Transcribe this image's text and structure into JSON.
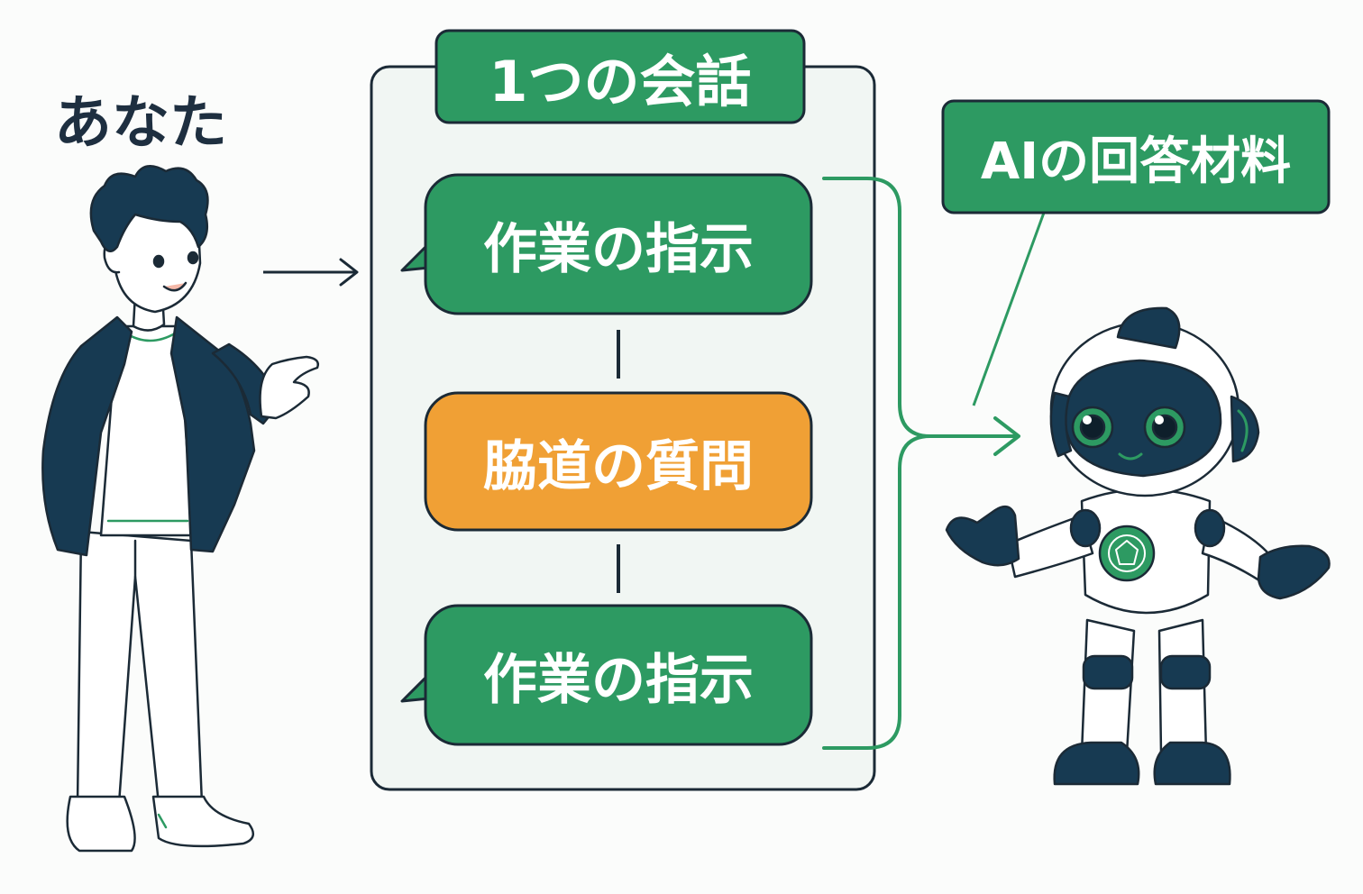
{
  "diagram": {
    "user_label": "あなた",
    "conversation_title": "1つの会話",
    "messages": [
      {
        "text": "作業の指示",
        "kind": "instruction"
      },
      {
        "text": "脇道の質問",
        "kind": "tangent"
      },
      {
        "text": "作業の指示",
        "kind": "instruction"
      }
    ],
    "ai_label": "AIの回答材料"
  },
  "colors": {
    "accent_green": "#2d9a62",
    "tangent_orange": "#f0a035",
    "navy": "#173a52",
    "panel_bg": "#f1f6f3",
    "outline": "#1b2a36"
  },
  "icons": {
    "user": "person-figure",
    "ai": "robot-figure"
  }
}
